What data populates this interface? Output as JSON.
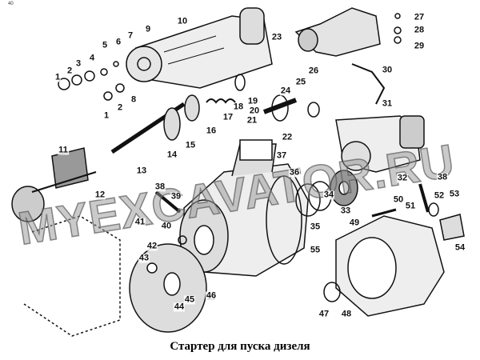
{
  "corner_mark": "40",
  "caption": "Стартер для пуска дизеля",
  "watermark": "MYEXCAVATOR.RU",
  "part_labels": [
    "1",
    "2",
    "3",
    "4",
    "5",
    "6",
    "7",
    "8",
    "9",
    "10",
    "1",
    "2",
    "11",
    "12",
    "13",
    "14",
    "15",
    "16",
    "17",
    "18",
    "19",
    "20",
    "21",
    "22",
    "23",
    "24",
    "25",
    "26",
    "27",
    "28",
    "29",
    "30",
    "31",
    "32",
    "33",
    "34",
    "35",
    "36",
    "37",
    "38",
    "38",
    "39",
    "40",
    "41",
    "42",
    "43",
    "44",
    "45",
    "46",
    "47",
    "48",
    "49",
    "50",
    "51",
    "52",
    "53",
    "54",
    "55"
  ]
}
